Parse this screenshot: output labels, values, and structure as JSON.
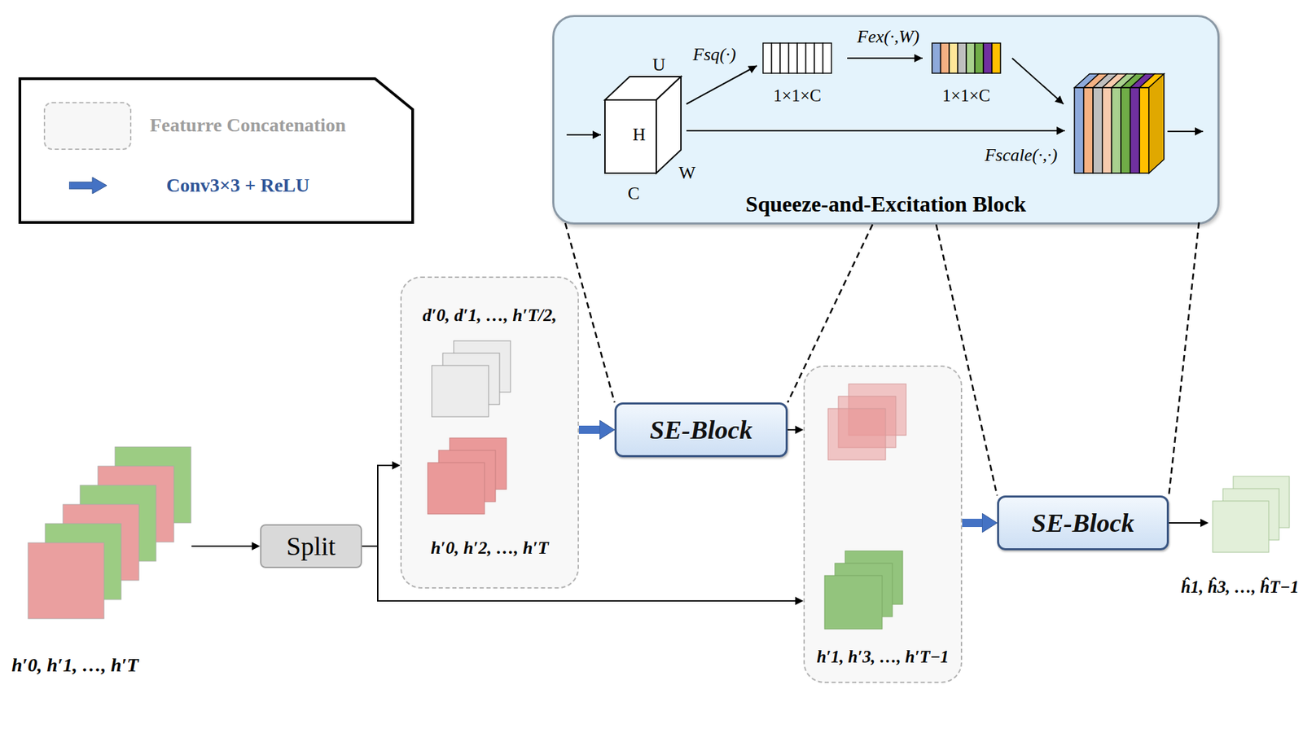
{
  "diagram": {
    "nodes": [
      {
        "text": [
          "Squeeze-and-Excitation Block"
        ]
      },
      {
        "text": [
          "h′0, h′1, …, h′T"
        ]
      },
      {
        "text": [
          "Split"
        ]
      },
      {
        "text": [
          "d′0, d′1, …, h′T/2,",
          "h′0, h′2, …, h′T"
        ]
      },
      {
        "text": [
          "SE-Block"
        ]
      },
      {
        "text": [
          "h′1, h′3, …, h′T−1"
        ]
      },
      {
        "text": [
          "SE-Block"
        ]
      },
      {
        "text": [
          "ĥ1, ĥ3, …, ĥT−1"
        ]
      }
    ],
    "edges": [
      {
        "from": 1,
        "to": 2,
        "arrow": "to"
      },
      {
        "from": 2,
        "to": 3,
        "arrow": "to"
      },
      {
        "from": 2,
        "to": 5,
        "arrow": "to"
      },
      {
        "from": 3,
        "to": 4,
        "arrow": "to"
      },
      {
        "from": 4,
        "to": 5,
        "arrow": "to"
      },
      {
        "from": 5,
        "to": 6,
        "arrow": "to"
      },
      {
        "from": 6,
        "to": 7,
        "arrow": "to"
      },
      {
        "from": 0,
        "to": 4,
        "arrow": "none"
      },
      {
        "from": 0,
        "to": 6,
        "arrow": "none"
      }
    ],
    "labels": [
      "U",
      "H",
      "W",
      "C",
      "Fsq(·)",
      "1×1×C",
      "Fex(·,W)",
      "1×1×C",
      "Fscale(·,·)"
    ],
    "legend": [
      {
        "text": "Featurre Concatenation"
      },
      {
        "text": "Conv3×3 + ReLU"
      }
    ]
  }
}
